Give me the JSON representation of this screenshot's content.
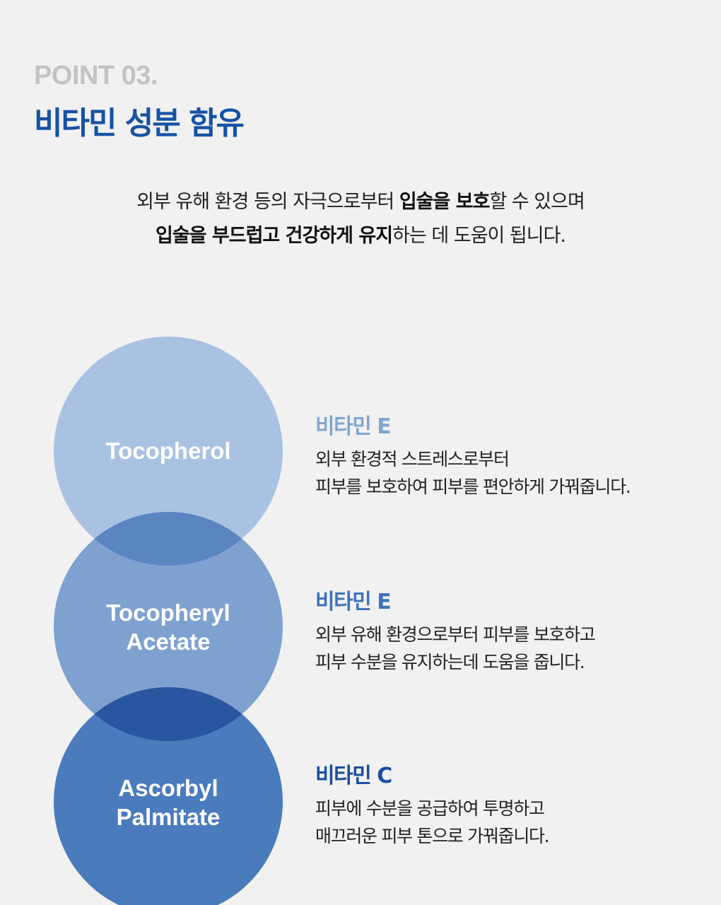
{
  "header": {
    "point_label": "POINT 03.",
    "title": "비타민 성분 함유"
  },
  "intro": {
    "line1": [
      {
        "text": "외부 유해 환경 등의 자극으로부터 ",
        "bold": false
      },
      {
        "text": "입술을 보호",
        "bold": true
      },
      {
        "text": "할 수 있으며",
        "bold": false
      }
    ],
    "line2": [
      {
        "text": "입술을 부드럽고 건강하게 유지",
        "bold": true
      },
      {
        "text": "하는 데 도움이 됩니다.",
        "bold": false
      }
    ]
  },
  "ingredients": [
    {
      "circle_label": [
        "Tocopherol"
      ],
      "title": "비타민 E",
      "title_color": "#7fa6d3",
      "circle_color": "#a9c2e2",
      "desc": [
        "외부 환경적 스트레스로부터",
        "피부를 보호하여 피부를 편안하게 가꿔줍니다."
      ]
    },
    {
      "circle_label": [
        "Tocopheryl",
        "Acetate"
      ],
      "title": "비타민 E",
      "title_color": "#3e73b9",
      "circle_color": "#7ea1d0",
      "desc": [
        "외부 유해 환경으로부터 피부를 보호하고",
        "피부 수분을 유지하는데 도움을 줍니다."
      ]
    },
    {
      "circle_label": [
        "Ascorbyl",
        "Palmitate"
      ],
      "title": "비타민 C",
      "title_color": "#1a4f9e",
      "circle_color": "#4a7bbd",
      "desc": [
        "피부에 수분을 공급하여 투명하고",
        "매끄러운 피부 톤으로 가꿔줍니다."
      ]
    }
  ],
  "colors": {
    "overlap_1_2": "#5a85c0",
    "overlap_2_3": "#2a55a0",
    "title": "#1652a4",
    "point_label": "#c3c3c3"
  }
}
